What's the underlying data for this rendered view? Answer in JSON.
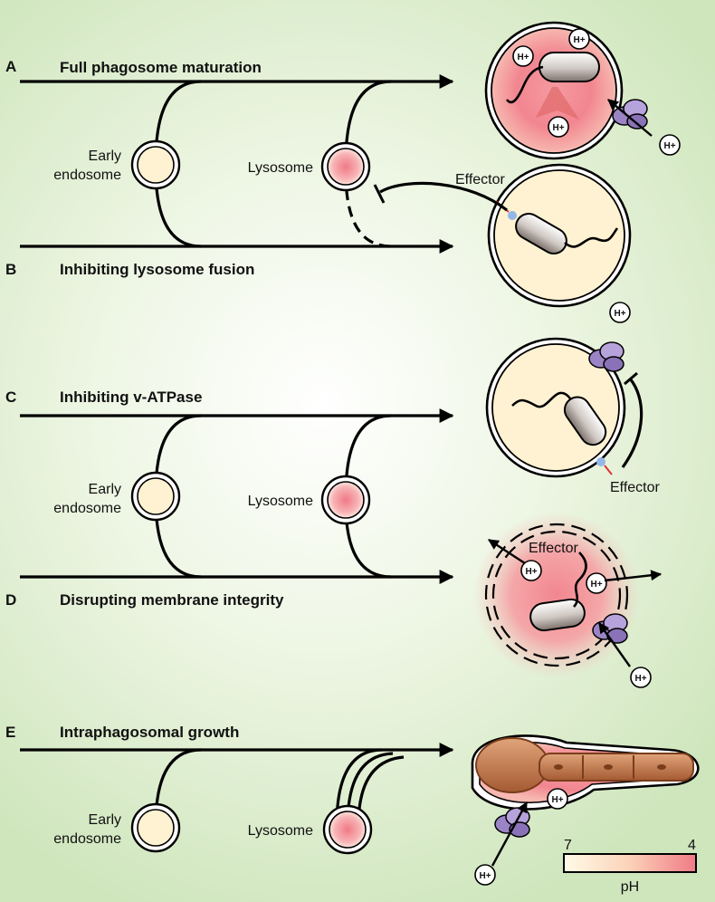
{
  "panels": {
    "a": {
      "letter": "A",
      "title": "Full phagosome maturation"
    },
    "b": {
      "letter": "B",
      "title": "Inhibiting lysosome fusion",
      "effector": "Effector"
    },
    "c": {
      "letter": "C",
      "title": "Inhibiting v-ATPase",
      "effector": "Effector"
    },
    "d": {
      "letter": "D",
      "title": "Disrupting membrane integrity",
      "effector": "Effector"
    },
    "e": {
      "letter": "E",
      "title": "Intraphagosomal growth"
    }
  },
  "labels": {
    "early_endosome_line1": "Early",
    "early_endosome_line2": "endosome",
    "lysosome": "Lysosome",
    "proton": "H+"
  },
  "ph_scale": {
    "left": "7",
    "right": "4",
    "label": "pH"
  },
  "colors": {
    "lysosome": "#f07a86",
    "endosome": "#fff2d2",
    "acidic": "#f28690",
    "v_atpase": "#9b84c6"
  }
}
